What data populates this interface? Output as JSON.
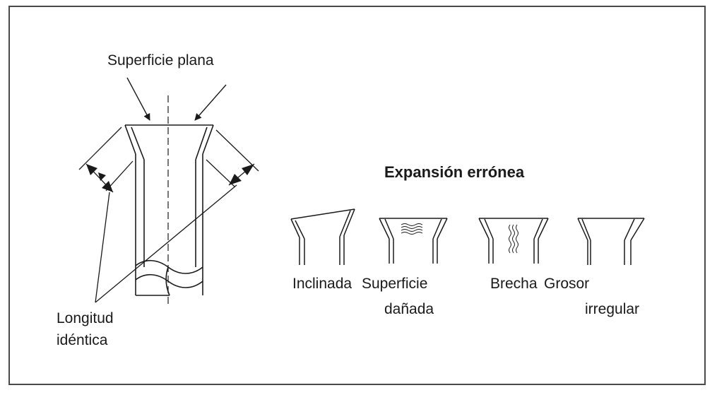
{
  "diagram": {
    "label_flat_surface": "Superficie plana",
    "label_length_line1": "Longitud",
    "label_length_line2": "idéntica",
    "title_bad_expansion": "Expansión errónea",
    "defects": [
      {
        "line1": "Inclinada",
        "line2": ""
      },
      {
        "line1": "Superficie",
        "line2": "dañada"
      },
      {
        "line1": "Brecha",
        "line2": ""
      },
      {
        "line1": "Grosor",
        "line2": "irregular"
      }
    ]
  }
}
